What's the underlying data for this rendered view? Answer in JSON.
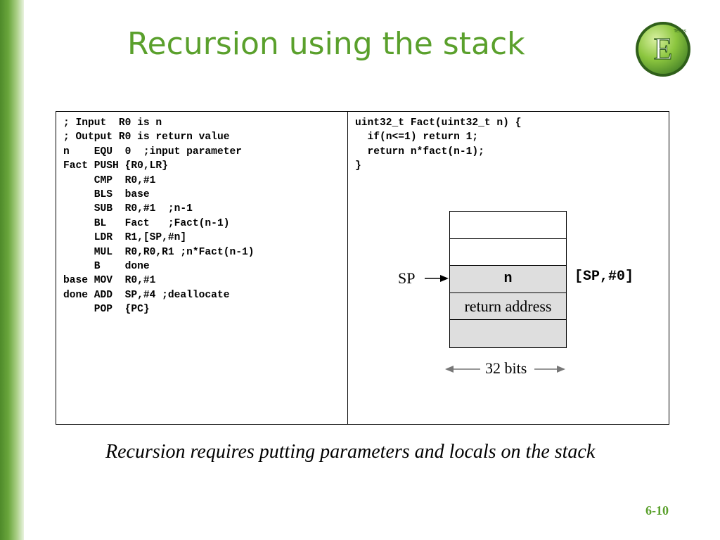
{
  "slide": {
    "title": "Recursion using the stack",
    "caption": "Recursion requires putting parameters and locals on the stack",
    "page_number": "6-10"
  },
  "logo": {
    "letter": "E",
    "brand_text": "Texas"
  },
  "assembly_code": "; Input  R0 is n\n; Output R0 is return value\nn    EQU  0  ;input parameter\nFact PUSH {R0,LR}\n     CMP  R0,#1\n     BLS  base\n     SUB  R0,#1  ;n-1\n     BL   Fact   ;Fact(n-1)\n     LDR  R1,[SP,#n]\n     MUL  R0,R0,R1 ;n*Fact(n-1)\n     B    done\nbase MOV  R0,#1\ndone ADD  SP,#4 ;deallocate\n     POP  {PC}",
  "c_code": "uint32_t Fact(uint32_t n) {\n  if(n<=1) return 1;\n  return n*fact(n-1);\n}",
  "stack_diagram": {
    "cells": [
      "",
      "",
      "n",
      "return address",
      ""
    ],
    "sp_label": "SP",
    "sp_offset_label": "[SP,#0]",
    "width_label": "32 bits"
  },
  "colors": {
    "title_green": "#5aa02c",
    "bar_green": "#4e8a2a",
    "cell_gray": "#dedede"
  }
}
